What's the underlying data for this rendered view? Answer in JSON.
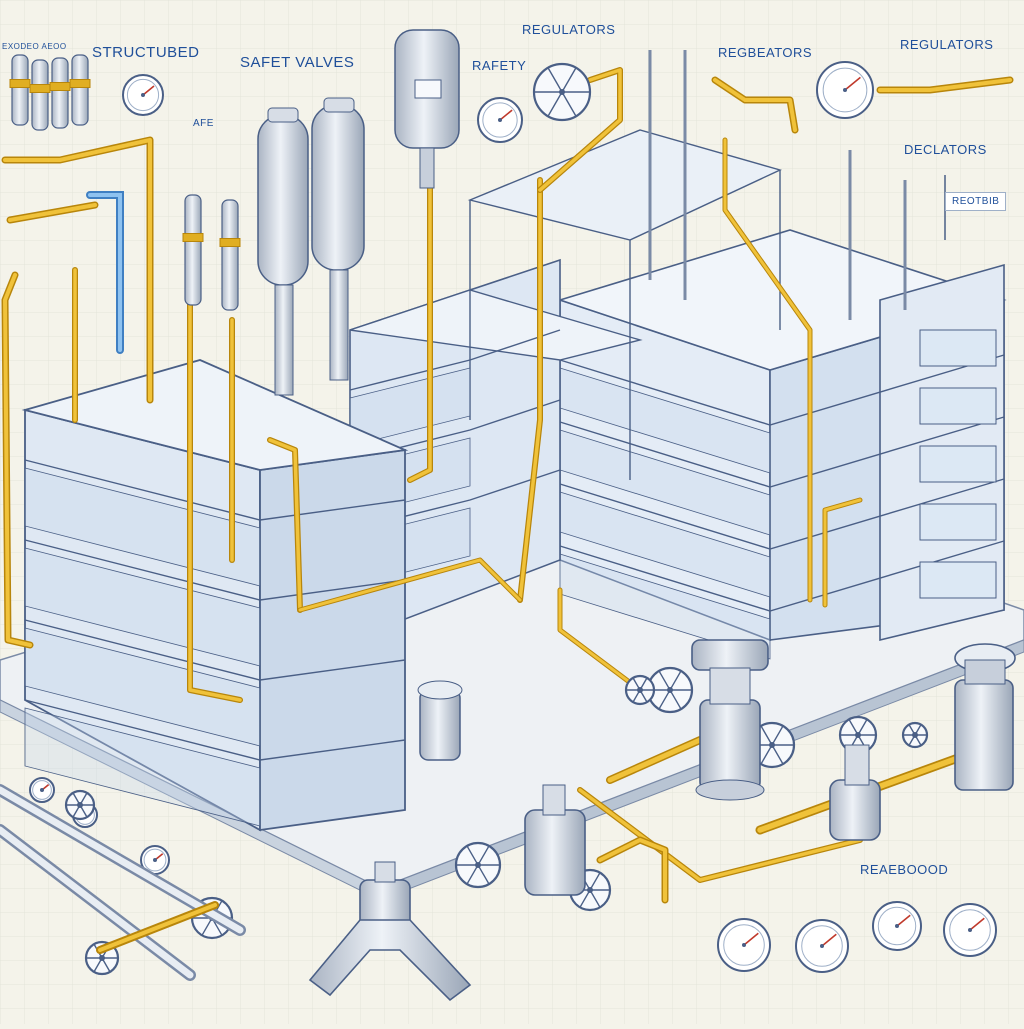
{
  "labels": {
    "structured": "STRUCTUBED",
    "safety_valves": "SAFET VALVES",
    "afe": "AFE",
    "rafety": "RAFETY",
    "regulators_top": "REGULATORS",
    "regbeators": "REGBEATORS",
    "regulators_right": "REGULATORS",
    "declators": "DECLATORS",
    "sign_label": "REOTBIB",
    "bottom_right": "REAEBOOOD",
    "tiny_left": "EXODEO AEOO"
  },
  "colors": {
    "background": "#f4f3ea",
    "outline": "#4a5f86",
    "glass": "#dce8f4",
    "glass_dark": "#c5d6ea",
    "pipe_gold": "#e0ae22",
    "pipe_gold_dark": "#b8860b",
    "pipe_blue": "#6fa8e0",
    "metal": "#c7cfdb",
    "metal_light": "#e8edf3",
    "label_blue": "#1f4f9a"
  },
  "icons": [
    "pressure-gauge-icon",
    "handwheel-valve-icon",
    "gas-cylinder-icon",
    "regulator-icon",
    "pipe-fitting-icon"
  ]
}
